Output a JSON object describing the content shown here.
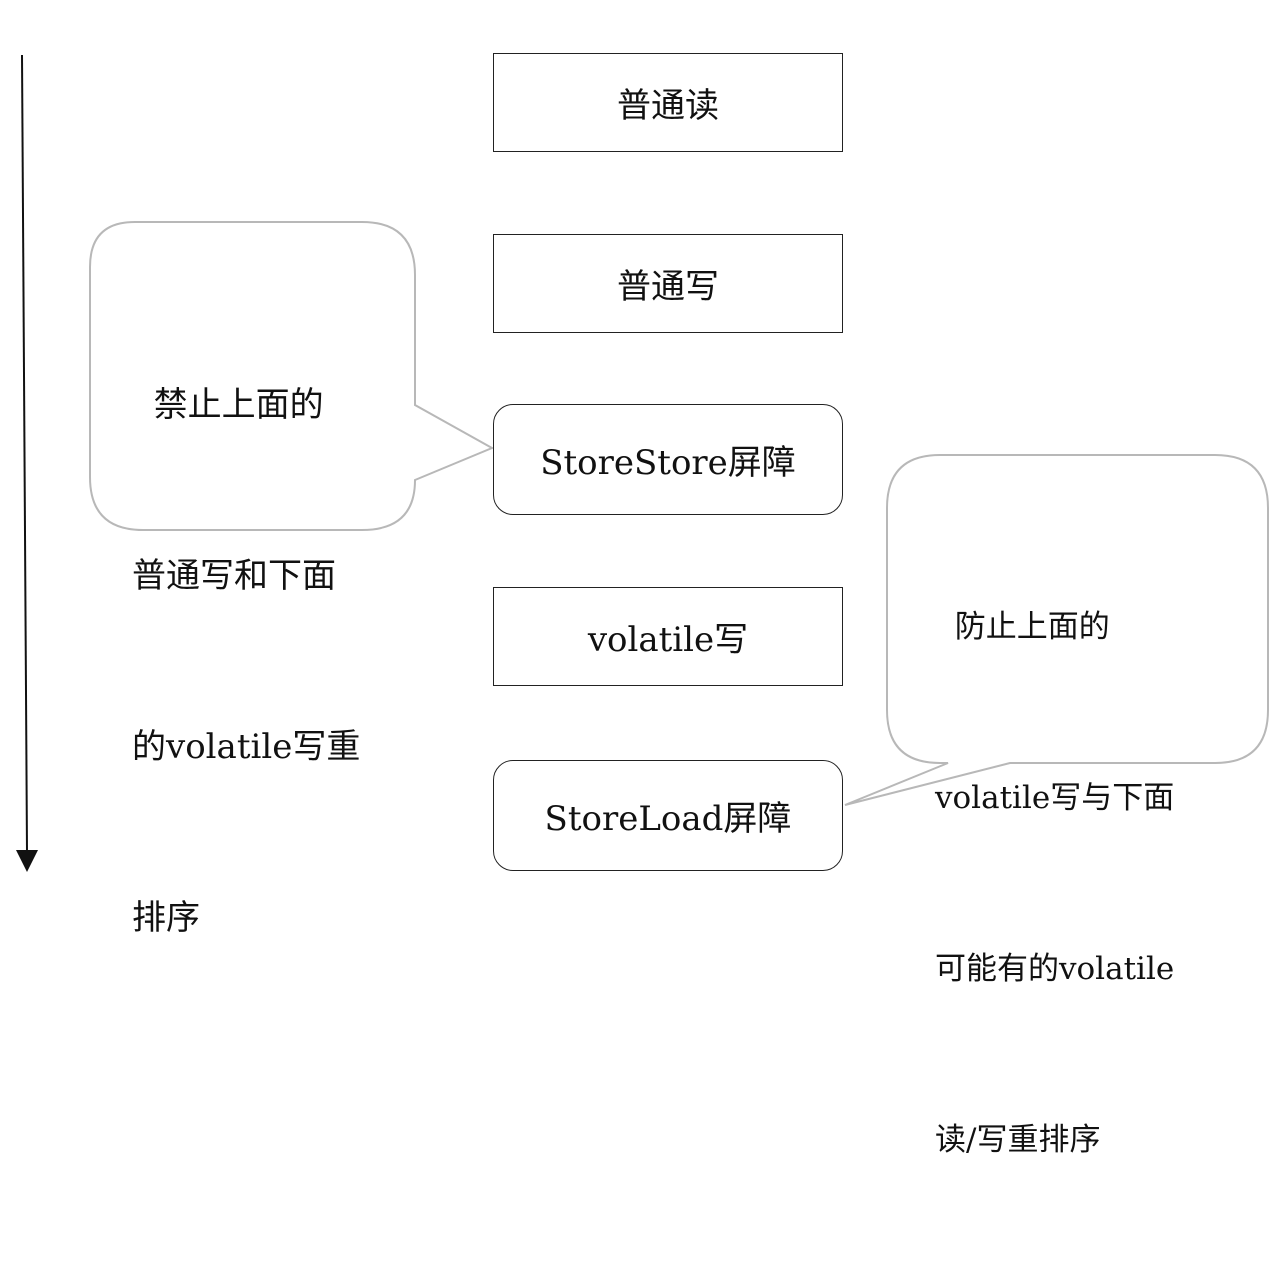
{
  "diagram": {
    "steps": [
      {
        "id": "normal-read",
        "label": "普通读",
        "shape": "rect"
      },
      {
        "id": "normal-write",
        "label": "普通写",
        "shape": "rect"
      },
      {
        "id": "storestore-barrier",
        "label": "StoreStore屏障",
        "shape": "rounded"
      },
      {
        "id": "volatile-write",
        "label": "volatile写",
        "shape": "rect"
      },
      {
        "id": "storeload-barrier",
        "label": "StoreLoad屏障",
        "shape": "rounded"
      }
    ],
    "callouts": {
      "storestore": {
        "lines": [
          "  禁止上面的",
          "普通写和下面",
          "的volatile写重",
          "排序"
        ],
        "points_to": "storestore-barrier"
      },
      "storeload": {
        "lines": [
          "  防止上面的",
          "volatile写与下面",
          "可能有的volatile",
          "读/写重排序"
        ],
        "points_to": "storeload-barrier"
      }
    },
    "timeline_arrow": {
      "direction": "down"
    }
  }
}
